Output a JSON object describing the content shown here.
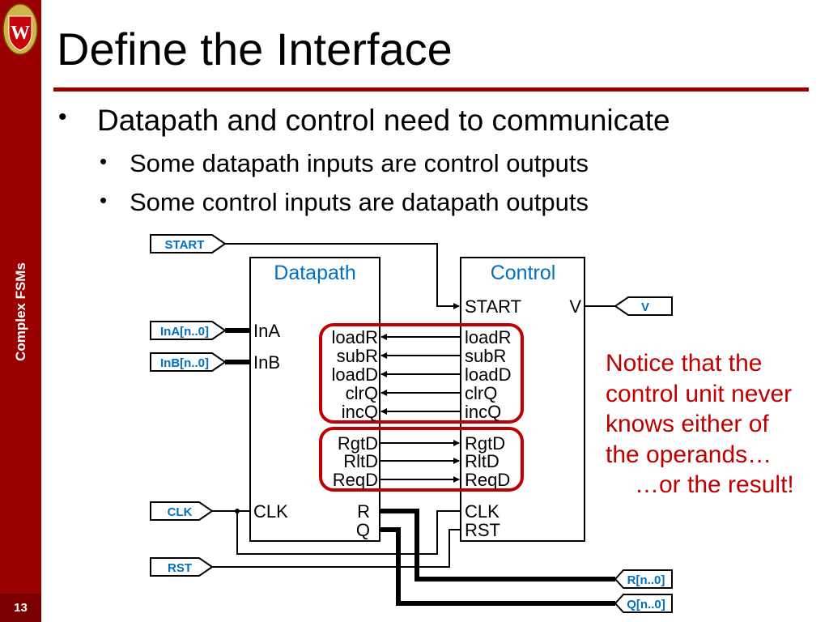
{
  "sidebar": {
    "section": "Complex FSMs",
    "page_number": "13",
    "logo_letter": "W"
  },
  "title": "Define the Interface",
  "bullets": {
    "main": "Datapath and control need to communicate",
    "subs": [
      "Some datapath inputs are control outputs",
      "Some control inputs are datapath outputs"
    ]
  },
  "diagram": {
    "datapath": {
      "title": "Datapath",
      "inputs": [
        "InA",
        "InB",
        "CLK"
      ],
      "outputs": [
        "R",
        "Q"
      ],
      "control_ins": [
        "loadR",
        "subR",
        "loadD",
        "clrQ",
        "incQ"
      ],
      "status_outs": [
        "RgtD",
        "RltD",
        "ReqD"
      ]
    },
    "control": {
      "title": "Control",
      "inputs": [
        "START",
        "CLK",
        "RST"
      ],
      "output": "V",
      "control_outs": [
        "loadR",
        "subR",
        "loadD",
        "clrQ",
        "incQ"
      ],
      "status_ins": [
        "RgtD",
        "RltD",
        "ReqD"
      ]
    },
    "ports": {
      "start": "START",
      "ina": "InA[n..0]",
      "inb": "InB[n..0]",
      "clk": "CLK",
      "rst": "RST",
      "v": "V",
      "r": "R[n..0]",
      "q": "Q[n..0]"
    }
  },
  "note": [
    "Notice that the",
    "control unit never",
    "knows either of",
    "the operands…",
    "…or the result!"
  ],
  "colors": {
    "sidebar": "#9b0000",
    "accent_red": "#c00000",
    "blue": "#0070c0"
  }
}
